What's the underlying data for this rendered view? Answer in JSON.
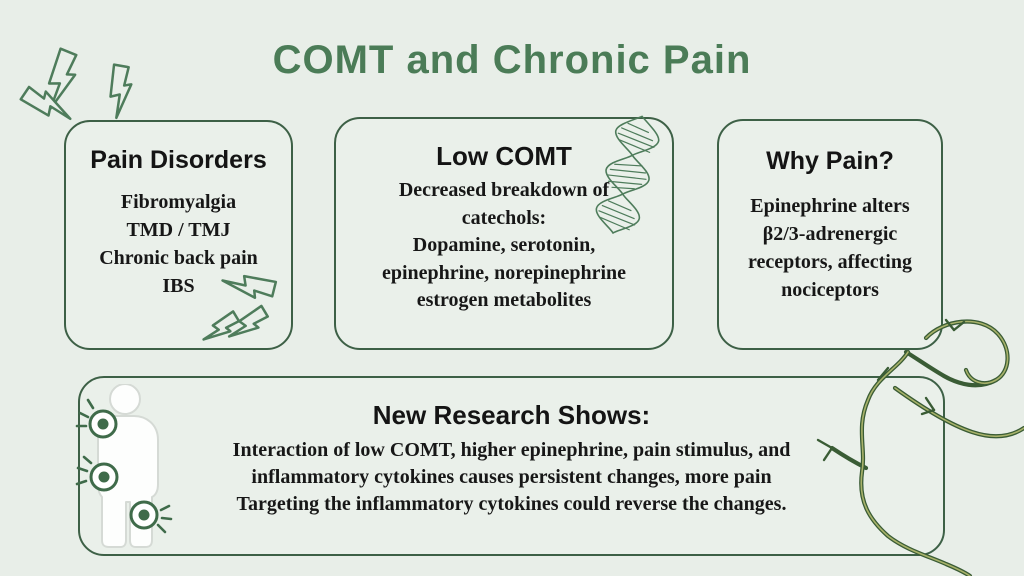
{
  "page": {
    "title": "COMT and Chronic Pain"
  },
  "colors": {
    "background": "#e8eee8",
    "title_green": "#4b7c57",
    "border_green": "#3d6046",
    "text_dark": "#171717",
    "outline_green": "#4e7c5b",
    "vine_dark": "#3a5c35",
    "vine_light": "#a8b26a",
    "pain_marker_green": "#3f6b4a",
    "figure_gray": "#d5dad5"
  },
  "cards": [
    {
      "heading": "Pain Disorders",
      "lines": [
        "Fibromyalgia",
        "TMD / TMJ",
        "Chronic back pain",
        "IBS"
      ]
    },
    {
      "heading": "Low COMT",
      "lines": [
        "Decreased breakdown of",
        "catechols:",
        "Dopamine, serotonin,",
        "epinephrine, norepinephrine",
        "estrogen metabolites"
      ]
    },
    {
      "heading": "Why Pain?",
      "lines": [
        "Epinephrine alters",
        "β2/3-adrenergic",
        "receptors, affecting",
        "nociceptors"
      ]
    }
  ],
  "research": {
    "heading": "New Research Shows:",
    "lines": [
      "Interaction of low COMT, higher epinephrine, pain stimulus, and",
      "inflammatory cytokines causes persistent changes, more pain",
      "Targeting the inflammatory cytokines could reverse the changes."
    ]
  },
  "icons": {
    "top_left": "lightning-bolts-icon",
    "pain_card": "lightning-bolts-icon",
    "low_comt_card": "dna-helix-icon",
    "right_side": "nerve-branch-icon",
    "research_card": "human-figure-pain-points-icon"
  }
}
